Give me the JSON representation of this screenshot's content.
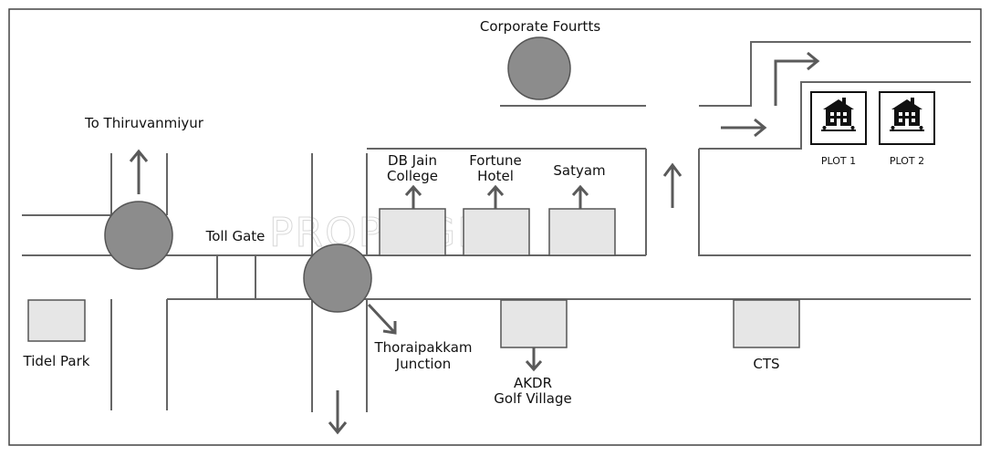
{
  "map": {
    "watermark": "PROPTIGER",
    "labels": {
      "corporate": "Corporate Fourtts",
      "thiruvanmiyur": "To Thiruvanmiyur",
      "db_jain_1": "DB Jain",
      "db_jain_2": "College",
      "fortune_1": "Fortune",
      "fortune_2": "Hotel",
      "satyam": "Satyam",
      "toll_gate": "Toll Gate",
      "tidel_park": "Tidel Park",
      "thoraipakkam_1": "Thoraipakkam",
      "thoraipakkam_2": "Junction",
      "akdr_1": "AKDR",
      "akdr_2": "Golf Village",
      "cts": "CTS",
      "plot1": "PLOT 1",
      "plot2": "PLOT 2"
    },
    "icons": [
      "house-icon",
      "house-icon",
      "up-arrow-icon",
      "down-arrow-icon",
      "right-arrow-icon",
      "diagonal-arrow-icon"
    ]
  }
}
